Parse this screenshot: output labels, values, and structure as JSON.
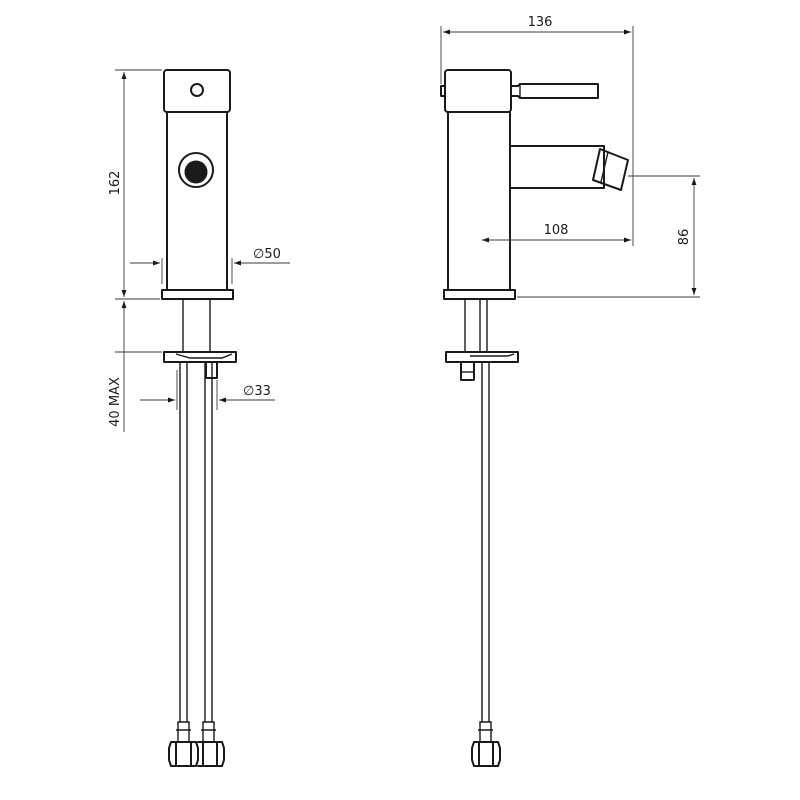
{
  "dimensions": {
    "height_total": "162",
    "diameter_body": "∅50",
    "diameter_shank": "∅33",
    "max_thickness": "40 MAX",
    "width_total": "136",
    "spout_reach": "108",
    "spout_height": "86"
  },
  "colors": {
    "line": "#1a1a1a",
    "background": "#ffffff"
  }
}
